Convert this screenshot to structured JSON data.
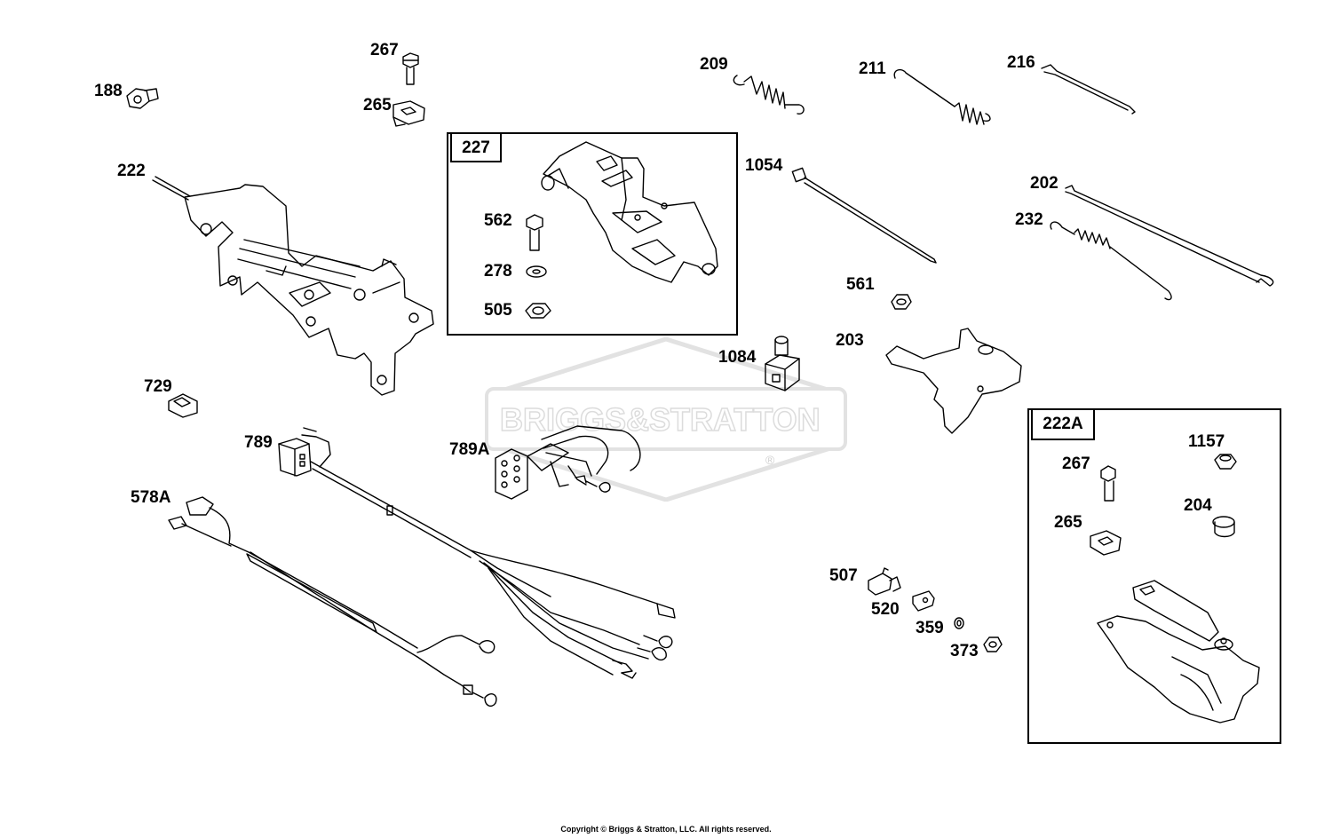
{
  "watermark": {
    "text": "BRIGGS&STRATTON",
    "reg": "®"
  },
  "copyright": "Copyright © Briggs & Stratton, LLC. All rights reserved.",
  "kits": [
    {
      "id": "227"
    },
    {
      "id": "222A"
    }
  ],
  "callouts": {
    "p188": "188",
    "p267": "267",
    "p265": "265",
    "p222": "222",
    "p209": "209",
    "p211": "211",
    "p216": "216",
    "p1054": "1054",
    "p202": "202",
    "p232": "232",
    "p562": "562",
    "p278": "278",
    "p505": "505",
    "p561": "561",
    "p203": "203",
    "p1084": "1084",
    "p729": "729",
    "p789": "789",
    "p789A": "789A",
    "p578A": "578A",
    "p1157": "1157",
    "p267b": "267",
    "p204": "204",
    "p265b": "265",
    "p507": "507",
    "p520": "520",
    "p359": "359",
    "p373": "373"
  },
  "colors": {
    "ink": "#000000",
    "watermark": "#d9d9d9"
  }
}
